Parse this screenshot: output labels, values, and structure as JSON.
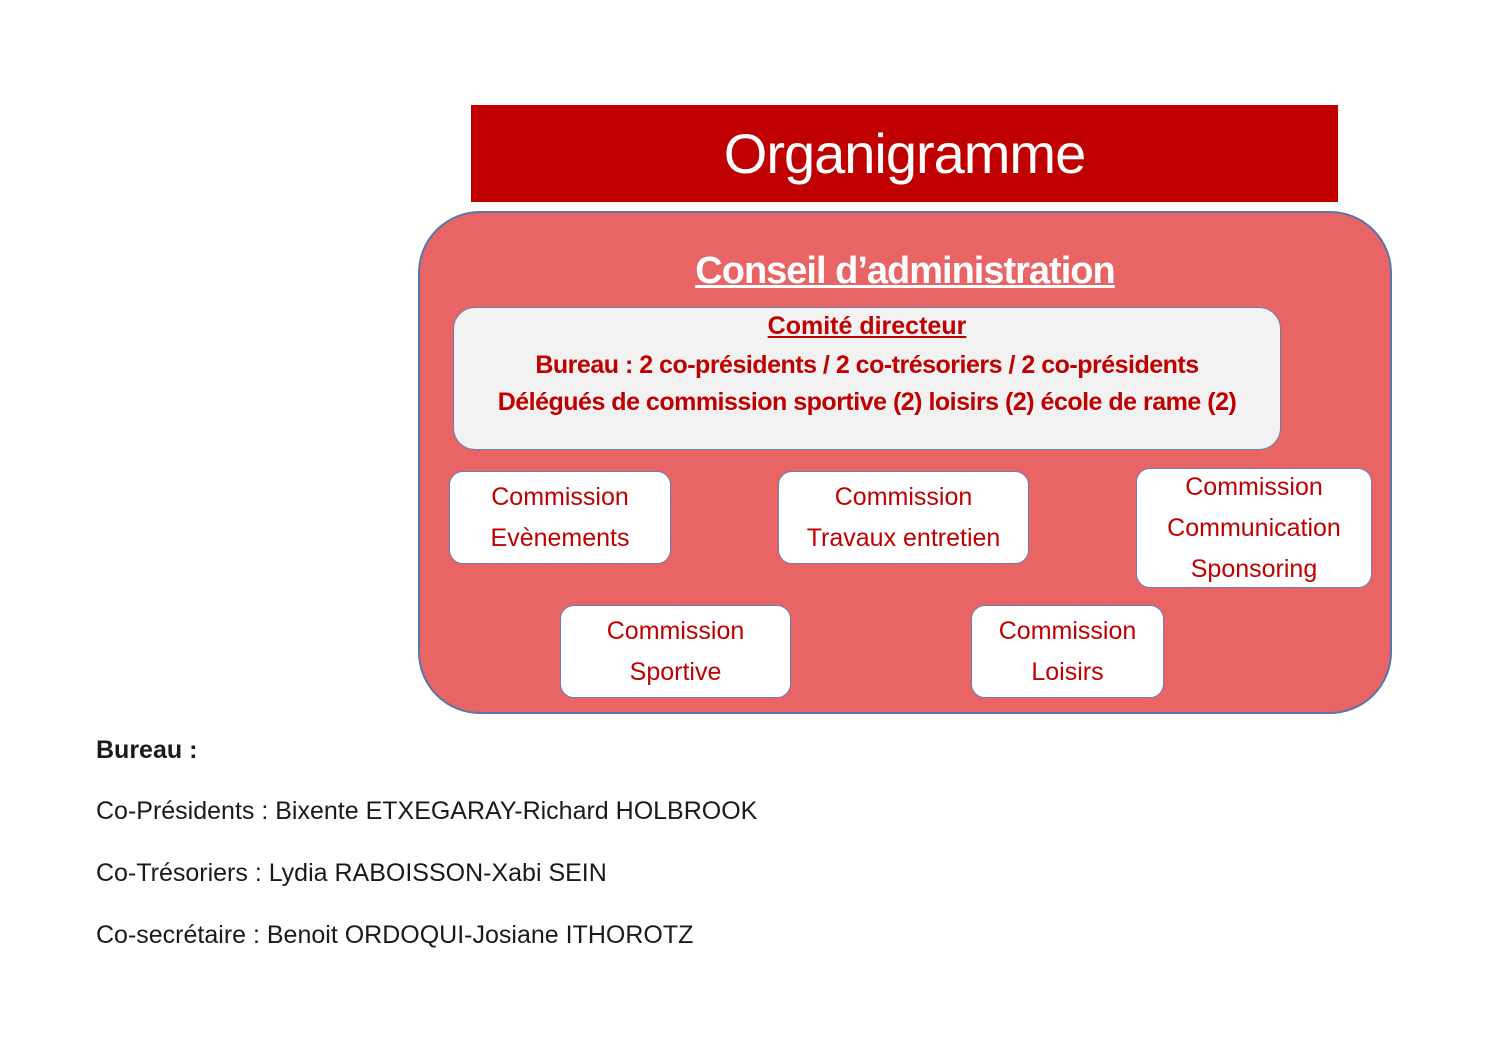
{
  "title": "Organigramme",
  "board": {
    "title": "Conseil d’administration",
    "comite": {
      "title": "Comité directeur",
      "line1": "Bureau : 2 co-présidents / 2 co-trésoriers / 2 co-présidents",
      "line2": "Délégués de commission sportive (2) loisirs (2) école de rame (2)"
    },
    "commissions": [
      {
        "line1": "Commission",
        "line2": "Evènements"
      },
      {
        "line1": "Commission",
        "line2": "Travaux entretien"
      },
      {
        "line1": "Commission",
        "line2": "Communication",
        "line3": "Sponsoring"
      },
      {
        "line1": "Commission",
        "line2": "Sportive"
      },
      {
        "line1": "Commission",
        "line2": "Loisirs"
      }
    ]
  },
  "bureau": {
    "heading": "Bureau :",
    "presidents": "Co-Présidents : Bixente ETXEGARAY-Richard HOLBROOK",
    "tresoriers": "Co-Trésoriers : Lydia RABOISSON-Xabi SEIN",
    "secretaires": "Co-secrétaire : Benoit ORDOQUI-Josiane ITHOROTZ"
  },
  "colors": {
    "banner": "#c00000",
    "board": "#e96465",
    "text_red": "#c00000"
  }
}
